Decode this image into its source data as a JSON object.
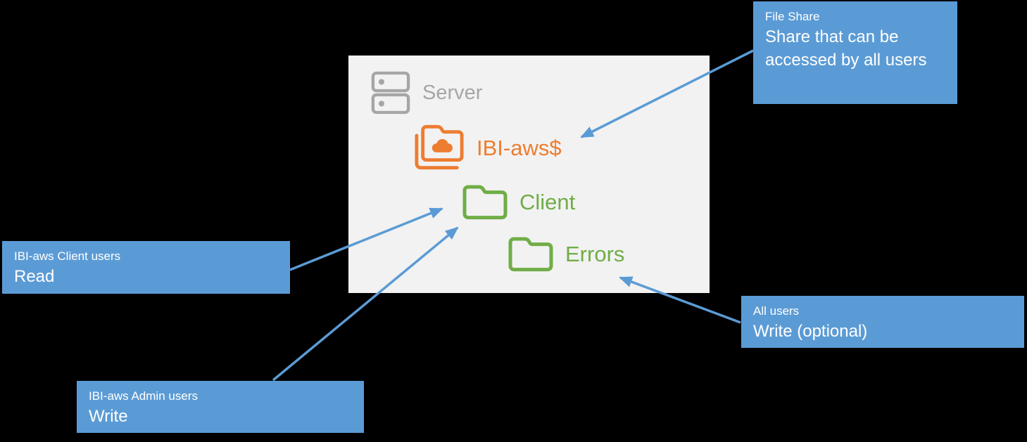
{
  "page": {
    "background": "#000000"
  },
  "panel": {
    "background": "#F2F2F2",
    "server_label": "Server",
    "share_label": "IBI-aws$",
    "client_label": "Client",
    "errors_label": "Errors"
  },
  "callouts": [
    {
      "title": "File Share",
      "body": "Share that can be accessed by all users",
      "points_to": "IBI-aws$"
    },
    {
      "title": "IBI-aws Client users",
      "body": "Read",
      "points_to": "Client"
    },
    {
      "title": "IBI-aws Admin users",
      "body": "Write",
      "points_to": "Client"
    },
    {
      "title": "All users",
      "body": "Write (optional)",
      "points_to": "Errors"
    }
  ],
  "icons": {
    "server": "server-stack-icon",
    "share": "shared-cloud-folder-icon",
    "folder": "folder-icon"
  },
  "colors": {
    "callout_blue": "#5B9BD5",
    "arrow_blue": "#5B9BD5",
    "share_orange": "#ED7D31",
    "folder_green": "#70AD47",
    "server_gray": "#A6A6A6",
    "panel_gray": "#F2F2F2",
    "text_white": "#FFFFFF"
  }
}
